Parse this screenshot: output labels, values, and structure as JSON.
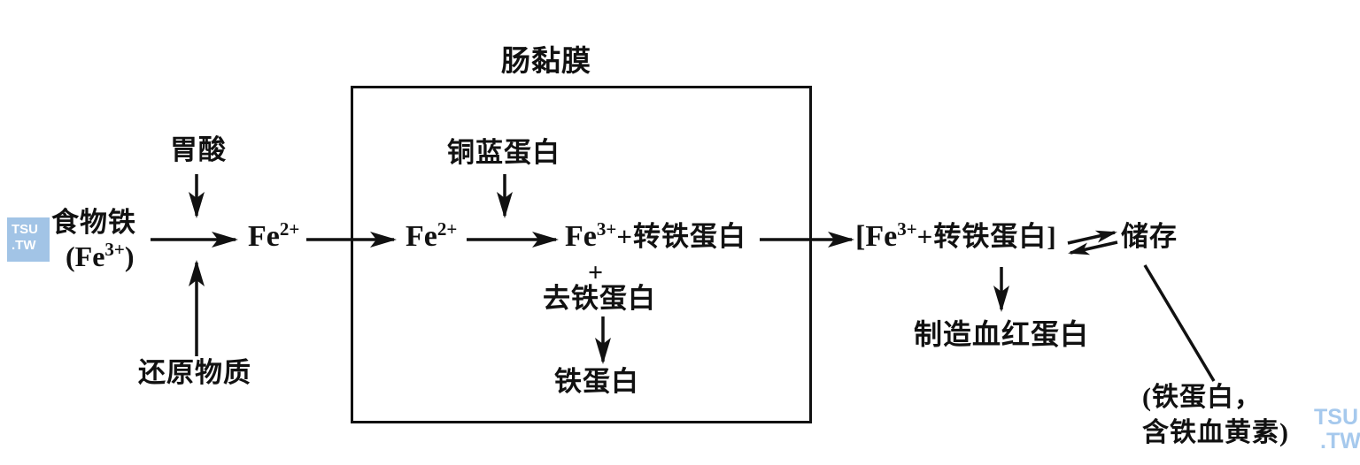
{
  "diagram": {
    "box_title": "肠黏膜",
    "nodes": {
      "food_iron": {
        "label": "食物铁",
        "sub_prefix": "(Fe",
        "sub_sup": "3+",
        "sub_suffix": ")"
      },
      "gastric_acid": "胃酸",
      "reducing_substance": "还原物质",
      "fe2": {
        "base": "Fe",
        "sup": "2+"
      },
      "ceruloplasmin": "铜蓝蛋白",
      "fe3_transferrin": {
        "base": "Fe",
        "sup": "3+",
        "rest": "+转铁蛋白"
      },
      "plus": "+",
      "apoferritin": "去铁蛋白",
      "ferritin": "铁蛋白",
      "fe3_transferrin_complex": {
        "prefix": "[Fe",
        "sup": "3+",
        "rest": "+转铁蛋白]"
      },
      "storage": "储存",
      "make_hemoglobin": "制造血红蛋白",
      "storage_forms": {
        "line1": "(铁蛋白，",
        "line2": "含铁血黄素)"
      }
    }
  },
  "watermarks": {
    "left": {
      "line1": "TSU",
      "line2": ".TW"
    },
    "right": {
      "line1": "TSU",
      "line2": ".TW"
    }
  },
  "colors": {
    "ink": "#111111",
    "watermark_bg": "#a2c4e6",
    "watermark_left_text": "#ffffff",
    "watermark_right_text": "#a6c9ed",
    "background": "#ffffff"
  }
}
